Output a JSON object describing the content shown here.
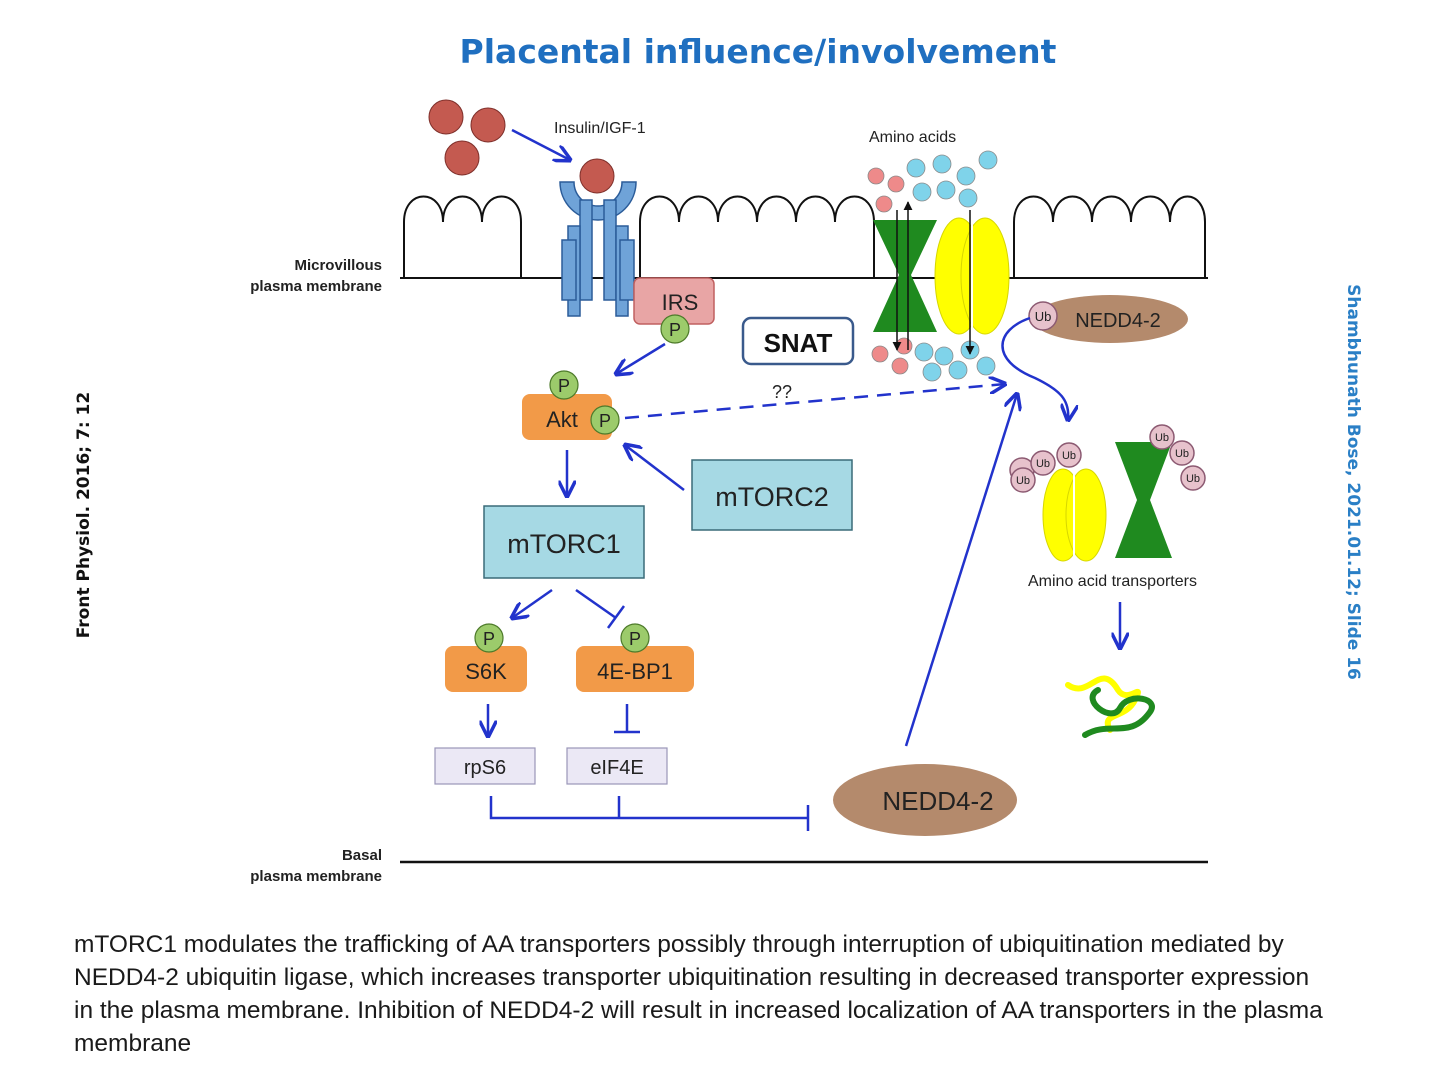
{
  "slide": {
    "title": "Placental influence/involvement",
    "citation": "Front Physiol. 2016; 7: 12",
    "author_stamp": "Shambhunath Bose, 2021.01.12; Slide 16",
    "caption": "mTORC1 modulates the trafficking of AA transporters possibly through interruption of ubiquitination mediated by NEDD4-2 ubiquitin ligase, which increases transporter ubiquitination resulting in decreased transporter expression in the plasma membrane. Inhibition of NEDD4-2 will result in increased localization of AA transporters in the plasma membrane"
  },
  "diagram": {
    "insulin_label": "Insulin/IGF-1",
    "amino_acids_label": "Amino acids",
    "membrane_top_line1": "Microvillous",
    "membrane_top_line2": "plasma membrane",
    "membrane_bottom_line1": "Basal",
    "membrane_bottom_line2": "plasma membrane",
    "irs_label": "IRS",
    "phospho_label": "P",
    "snat_label": "SNAT",
    "akt_label": "Akt",
    "unknown_link_label": "??",
    "mtorc1_label": "mTORC1",
    "mtorc2_label": "mTORC2",
    "s6k_label": "S6K",
    "bp1_label": "4E-BP1",
    "rps6_label": "rpS6",
    "eif4e_label": "eIF4E",
    "nedd_label": "NEDD4-2",
    "ub_label": "Ub",
    "transporters_label": "Amino acid transporters"
  },
  "colors": {
    "title": "#1f6fc0",
    "arrow": "#2233cc",
    "orange_node": "#f29a48",
    "teal_node": "#a6d9e4",
    "phospho": "#9ccb6b",
    "irs": "#e8a5a5",
    "nedd": "#b48a6c",
    "transporter_green": "#1f8a1f",
    "transporter_yellow": "#ffff00",
    "insulin": "#c45a50",
    "aa_red": "#ee8a8a",
    "aa_blue": "#7fd3ea",
    "receptor": "#6fa3d8",
    "stamp": "#2a7fc6"
  }
}
